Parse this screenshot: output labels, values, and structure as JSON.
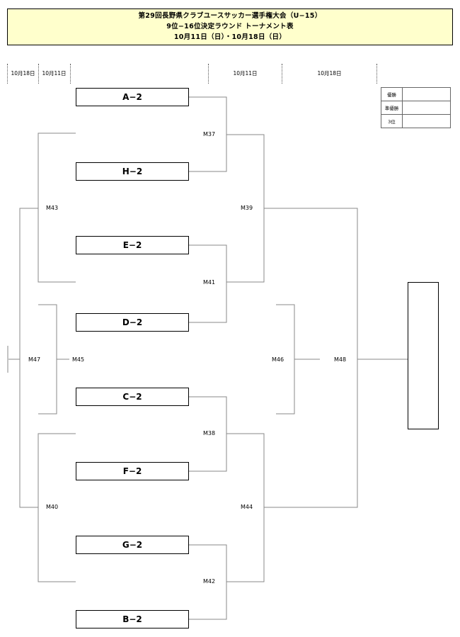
{
  "header": {
    "title": "第29回長野県クラブユースサッカー選手権大会（U−15）",
    "subtitle": "9位−16位決定ラウンド トーナメント表",
    "dates": "10月11日（日）・10月18日（日）"
  },
  "round_dates": {
    "left_1": "10月18日",
    "left_2": "10月11日",
    "right_1": "10月11日",
    "right_2": "10月18日"
  },
  "results": {
    "first": "優勝",
    "second": "準優勝",
    "third": "3位"
  },
  "teams": [
    "A−2",
    "H−2",
    "E−2",
    "D−2",
    "C−2",
    "F−2",
    "G−2",
    "B−2"
  ],
  "matches": {
    "m37": "M37",
    "m38": "M38",
    "m39": "M39",
    "m40": "M40",
    "m41": "M41",
    "m42": "M42",
    "m43": "M43",
    "m44": "M44",
    "m45": "M45",
    "m46": "M46",
    "m47": "M47",
    "m48": "M48"
  },
  "colors": {
    "header_bg": "#ffffcc",
    "line": "#888888"
  }
}
